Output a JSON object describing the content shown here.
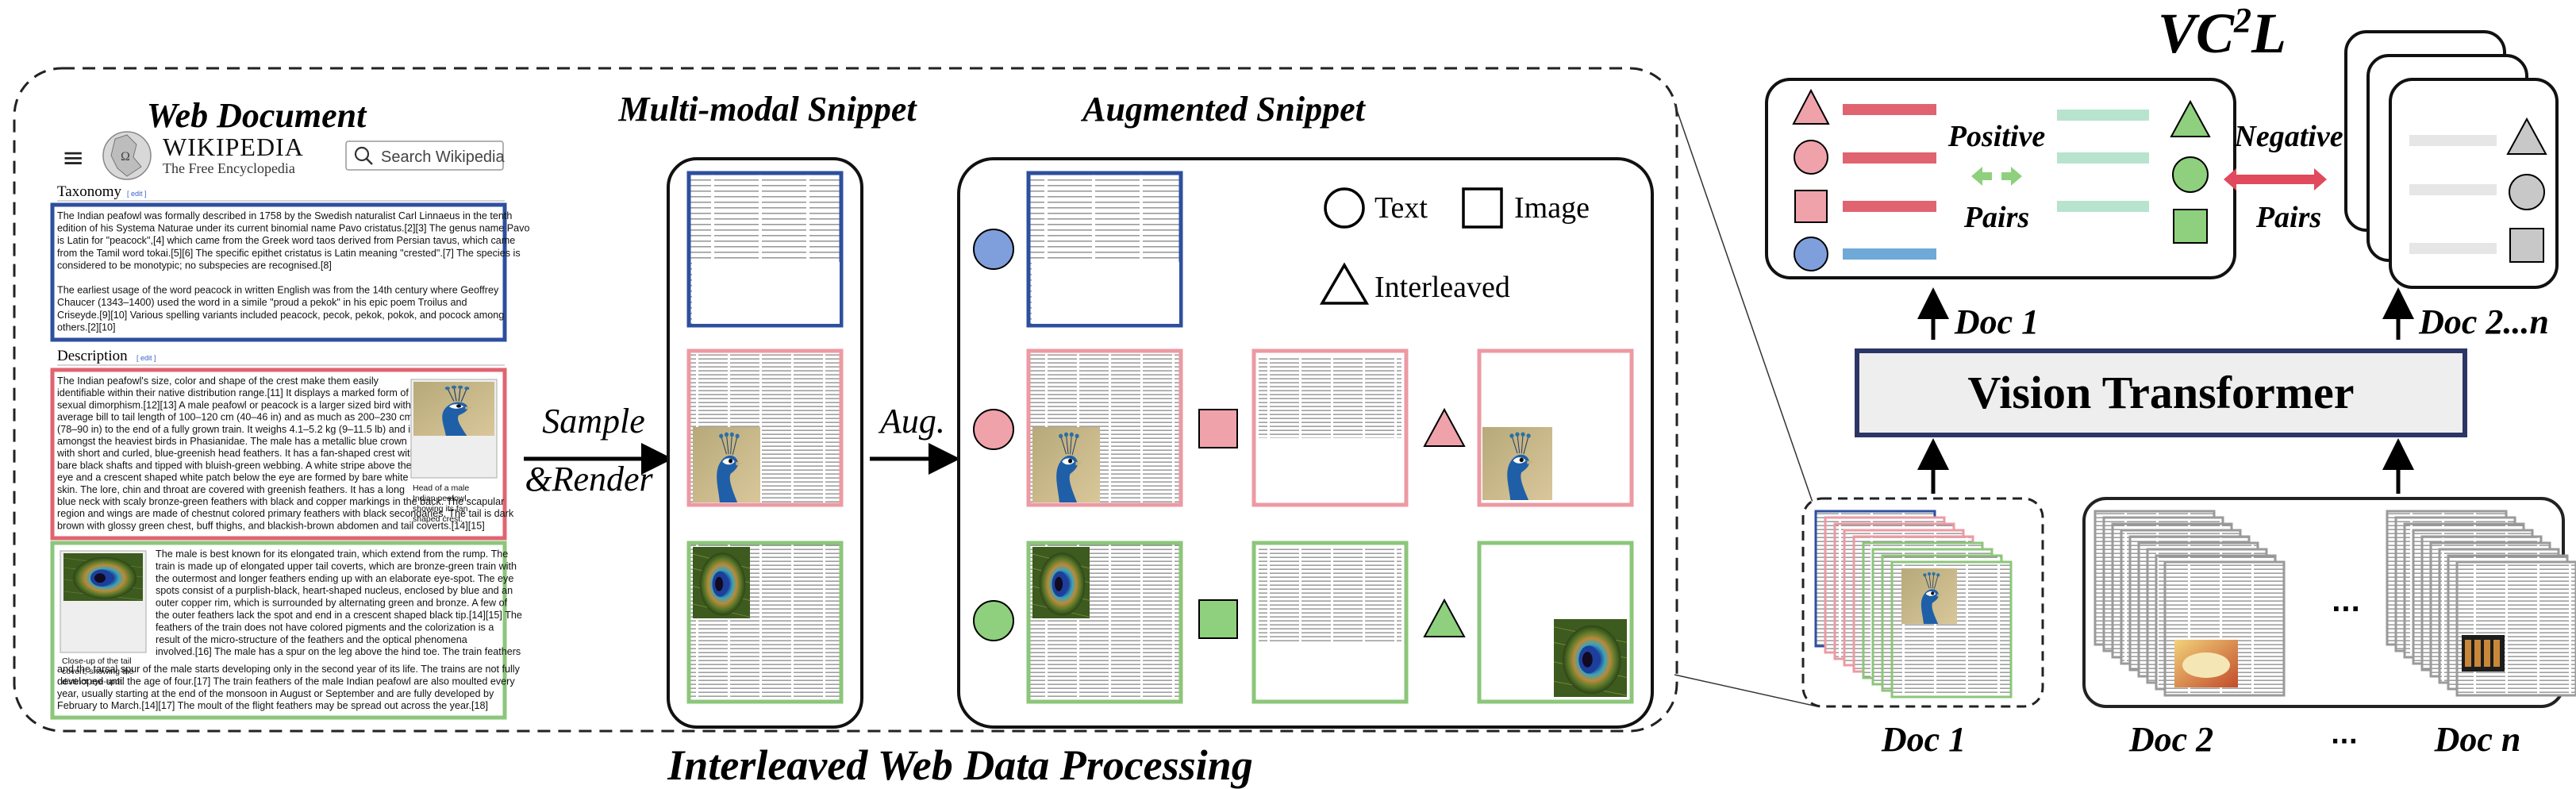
{
  "headings": {
    "web_document": "Web Document",
    "multimodal_snippet": "Multi-modal Snippet",
    "augmented_snippet": "Augmented Snippet",
    "bottom_caption": "Interleaved Web Data Processing",
    "vc2l_base": "VC",
    "vc2l_sup": "2",
    "vc2l_end": "L"
  },
  "wikipedia": {
    "menu_glyph": "≡",
    "name": "WIKIPEDIA",
    "tagline": "The Free Encyclopedia",
    "search_placeholder": "Search Wikipedia",
    "section_taxonomy": "Taxonomy",
    "section_description": "Description",
    "edit_tag": "[ edit ]",
    "blue_para": [
      "The Indian peafowl was formally described in 1758 by the Swedish naturalist Carl Linnaeus in the tenth",
      "edition of his Systema Naturae under its current binomial name Pavo cristatus.[2][3] The genus name Pavo",
      "is Latin for \"peacock\",[4] which came from the Greek word taos derived from Persian tavus, which came",
      "from the Tamil word tokai.[5][6] The specific epithet cristatus is Latin meaning \"crested\".[7] The species is",
      "considered to be monotypic; no subspecies are recognised.[8]",
      "",
      "The earliest usage of the word peacock in written English was from the 14th century where Geoffrey",
      "Chaucer (1343–1400) used the word in a simile \"proud a pekok\" in his epic poem Troilus and",
      "Criseyde.[9][10] Various spelling variants included peacock, pecok, pekok, pokok, and pocock among",
      "others.[2][10]"
    ],
    "red_para": [
      "The Indian peafowl's size, color and shape of the crest make them easily",
      "identifiable within their native distribution range.[11] It displays a marked form of",
      "sexual dimorphism.[12][13] A male peafowl or peacock is a larger sized bird with an",
      "average bill to tail length of 100–120 cm (40–46 in) and as much as 200–230 cm",
      "(78–90 in) to the end of a fully grown train. It weighs 4.1–5.2 kg (9–11.5 lb) and is",
      "amongst the heaviest birds in Phasianidae. The male has a metallic blue crown",
      "with short and curled, blue-greenish head feathers. It has a fan-shaped crest with",
      "bare black shafts and tipped with bluish-green webbing. A white stripe above the",
      "eye and a crescent shaped white patch below the eye are formed by bare white",
      "skin. The lore, chin and throat are covered with greenish feathers. It has a long",
      "blue neck with scaly bronze-green feathers with black and copper markings in the back. The scapular",
      "region and wings are made of chestnut colored primary feathers with black secondaries. The tail is dark",
      "brown with glossy green chest, buff thighs, and blackish-brown abdomen and tail coverts.[14][15]"
    ],
    "red_caption": [
      "Head of a male",
      "Indian peafowl,",
      "showing its fan",
      "shaped crest."
    ],
    "green_caption": [
      "Close-up of the tail",
      "covert, showing the",
      "distinct eye-spot."
    ],
    "green_para_right": [
      "The male is best known for its elongated train, which extend from the rump. The",
      "train is made up of elongated upper tail coverts, which are bronze-green train with",
      "the outermost and longer feathers ending up with an elaborate eye-spot. The eye",
      "spots consist of a purplish-black, heart-shaped nucleus, enclosed by blue and an",
      "outer copper rim, which is surrounded by alternating green and bronze. A few of",
      "the outer feathers lack the spot and end in a crescent shaped black tip.[14][15] The",
      "feathers of the train does not have colored pigments and the colorization is a",
      "result of the micro-structure of the feathers and the optical phenomena",
      "involved.[16] The male has a spur on the leg above the hind toe. The train feathers"
    ],
    "green_para_full": [
      "and the tarsal spur of the male starts developing only in the second year of its life. The trains are not fully",
      "developed until the age of four.[17] The train feathers of the male Indian peafowl are also moulted every",
      "year, usually starting at the end of the monsoon in August or September and are fully developed by",
      "February to March.[14][17] The moult of the flight feathers may be spread out across the year.[18]"
    ]
  },
  "arrows": {
    "sample_line1": "Sample",
    "sample_line2": "&Render",
    "aug": "Aug."
  },
  "legend": {
    "text": "Text",
    "image": "Image",
    "interleaved": "Interleaved"
  },
  "right_panel": {
    "positive_1": "Positive",
    "positive_2": "Pairs",
    "negative_1": "Negative",
    "negative_2": "Pairs",
    "doc1_top": "Doc 1",
    "doc2n_top": "Doc 2...n",
    "vit": "Vision Transformer",
    "doc1_bottom": "Doc 1",
    "doc2_bottom": "Doc 2",
    "dots": "···",
    "docn_bottom": "Doc n"
  },
  "colors": {
    "blue": "#2e4f9e",
    "red": "#e06470",
    "pink_border": "#ec9aa3",
    "green": "#8cc67a",
    "navy": "#2b3566",
    "circle_blue": "#7f9fdc",
    "shape_pink": "#f0a2ab",
    "shape_green": "#8fd07e",
    "shape_gray": "#c8c8c8"
  }
}
